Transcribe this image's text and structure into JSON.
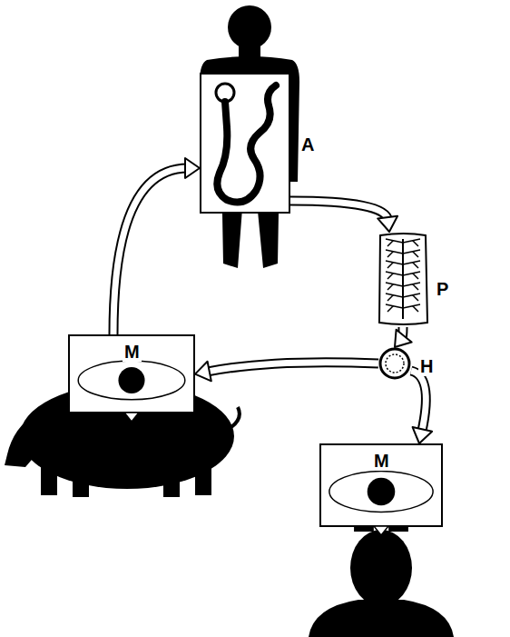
{
  "diagram": {
    "nodes": [
      {
        "text": [
          "A"
        ]
      },
      {
        "text": [
          "P"
        ]
      },
      {
        "text": [
          "H"
        ]
      },
      {
        "text": [
          "M"
        ]
      },
      {
        "text": [
          "M"
        ]
      }
    ],
    "edges": [
      {
        "from": 0,
        "to": 1,
        "arrow": "to"
      },
      {
        "from": 1,
        "to": 2,
        "arrow": "to"
      },
      {
        "from": 2,
        "to": 3,
        "arrow": "to"
      },
      {
        "from": 2,
        "to": 4,
        "arrow": "to"
      },
      {
        "from": 3,
        "to": 0,
        "arrow": "to"
      }
    ]
  }
}
